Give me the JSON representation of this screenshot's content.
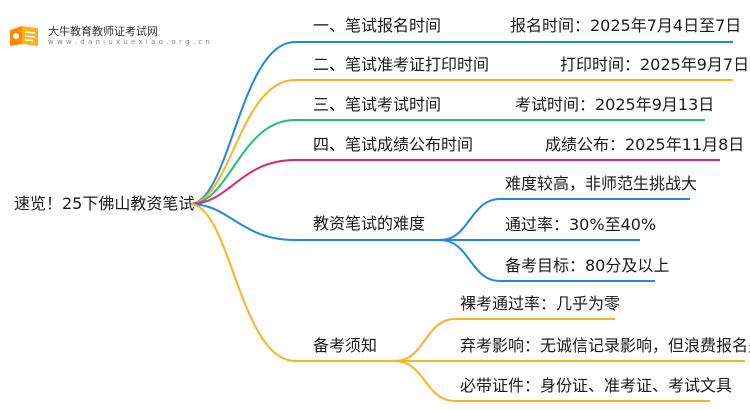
{
  "logo": {
    "name": "大牛教育教师证考试网",
    "url": "w w w . d a n i u x u e x i a o . o r g . c n"
  },
  "root": {
    "label": "速览！25下佛山教资笔试"
  },
  "branches": [
    {
      "label": "一、笔试报名时间",
      "value": "报名时间：2025年7月4日至7日",
      "color": "#1e88e5"
    },
    {
      "label": "二、笔试准考证打印时间",
      "value": "打印时间：2025年9月7日",
      "color": "#fbb321"
    },
    {
      "label": "三、笔试考试时间",
      "value": "考试时间：2025年9月13日",
      "color": "#21c07a"
    },
    {
      "label": "四、笔试成绩公布时间",
      "value": "成绩公布：2025年11月8日",
      "color": "#e0246c"
    },
    {
      "label": "教资笔试的难度",
      "color": "#1e88e5",
      "children": [
        "难度较高，非师范生挑战大",
        "通过率：30%至40%",
        "备考目标：80分及以上"
      ]
    },
    {
      "label": "备考须知",
      "color": "#fbb321",
      "children": [
        "裸考通过率：几乎为零",
        "弃考影响：无诚信记录影响，但浪费报名费",
        "必带证件：身份证、准考证、考试文具"
      ]
    }
  ]
}
